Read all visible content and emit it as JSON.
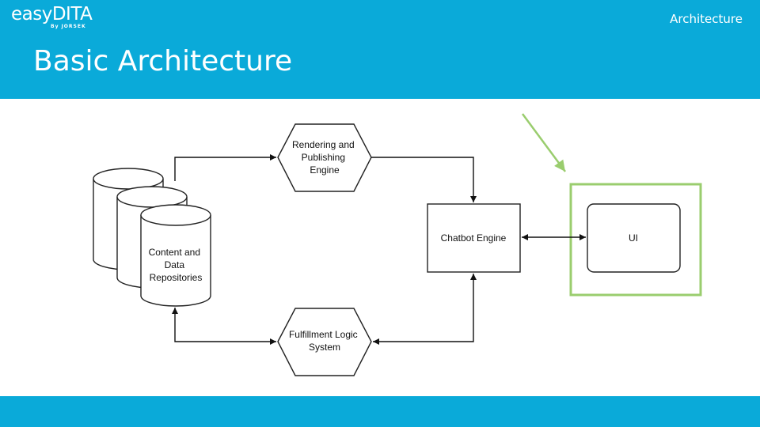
{
  "header": {
    "logo_main": "easyDITA",
    "logo_sub": "By JORSEK",
    "section": "Architecture",
    "title": "Basic Architecture"
  },
  "diagram": {
    "nodes": {
      "repositories": [
        "Content and",
        "Data",
        "Repositories"
      ],
      "rendering": [
        "Rendering and",
        "Publishing",
        "Engine"
      ],
      "fulfillment": [
        "Fulfillment Logic",
        "System"
      ],
      "chatbot": [
        "Chatbot Engine"
      ],
      "ui": [
        "UI"
      ]
    },
    "highlight_color": "#9acd6e",
    "accent_color": "#0aaad9"
  }
}
